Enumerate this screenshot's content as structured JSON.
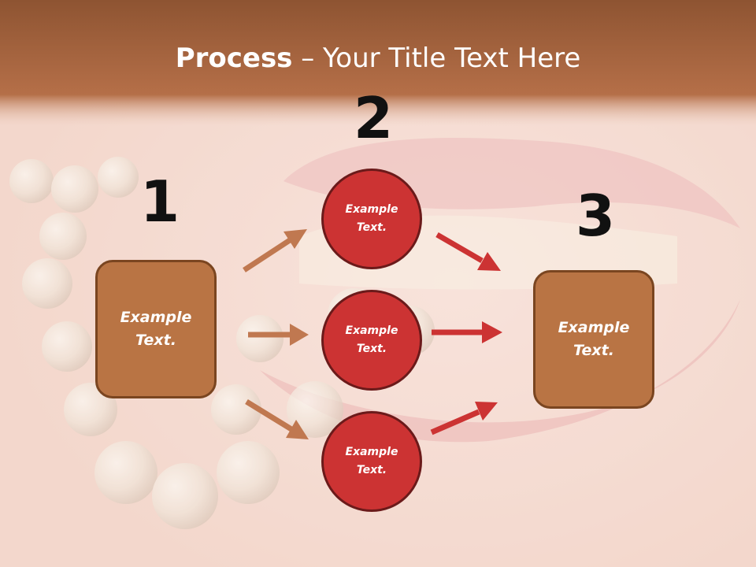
{
  "slide": {
    "title_bold": "Process",
    "title_rest": " – Your Title Text Here"
  },
  "steps": [
    {
      "number": "1",
      "box_text": "Example\nText."
    },
    {
      "number": "2",
      "circles": [
        "Example\nText.",
        "Example\nText.",
        "Example\nText."
      ]
    },
    {
      "number": "3",
      "box_text": "Example\nText."
    }
  ],
  "colors": {
    "header_band": "#a8603a",
    "box_fill": "#b97444",
    "circle_fill": "#cc3333",
    "arrow_brown": "#c07850",
    "arrow_red": "#cc3333",
    "number": "#111111"
  }
}
